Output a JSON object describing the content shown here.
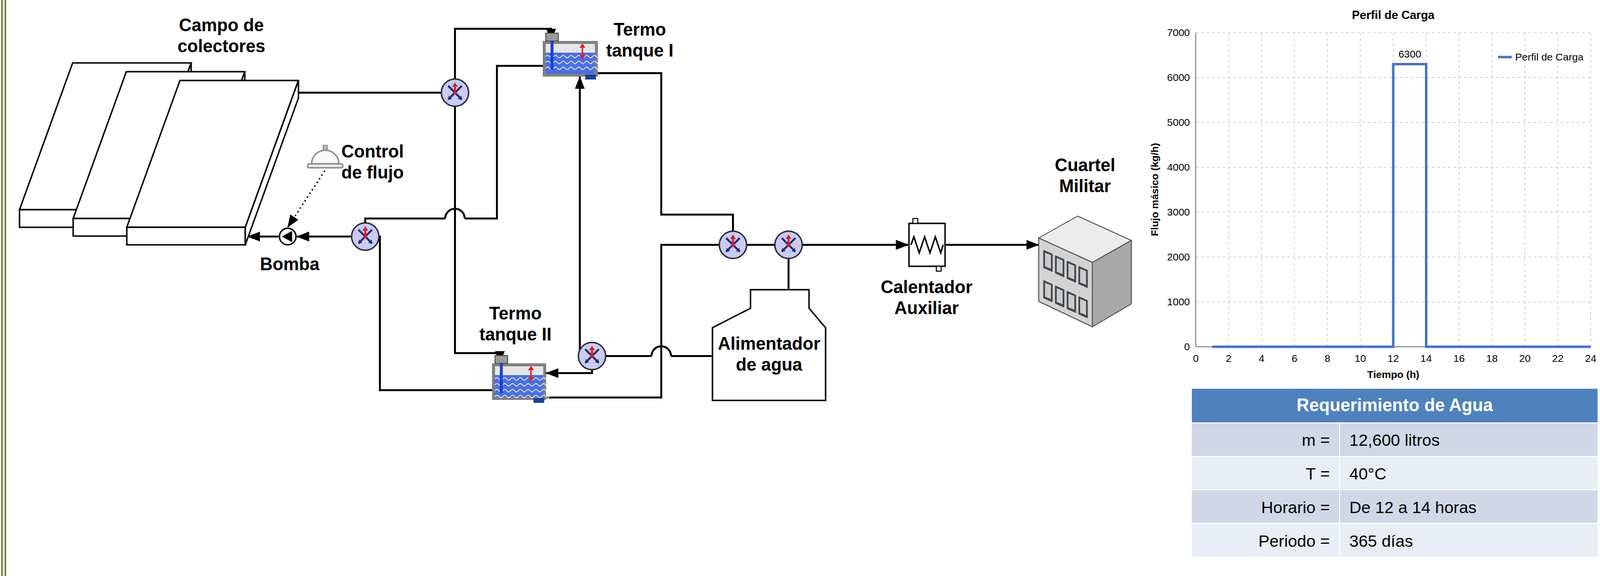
{
  "diagram": {
    "nodes": [
      {
        "text": [
          "Campo de colectores"
        ]
      },
      {
        "text": [
          "Control de flujo"
        ]
      },
      {
        "text": [
          "Bomba"
        ]
      },
      {
        "text": [
          "Termo tanque I"
        ]
      },
      {
        "text": [
          "Termo tanque II"
        ]
      },
      {
        "text": [
          "Alimentador de agua"
        ]
      },
      {
        "text": [
          "Calentador Auxiliar"
        ]
      },
      {
        "text": [
          "Cuartel Militar"
        ]
      }
    ],
    "edges": [
      {
        "from": 0,
        "to": 3,
        "arrow": "to"
      },
      {
        "from": 0,
        "to": 4,
        "arrow": "to"
      },
      {
        "from": 3,
        "to": 2,
        "arrow": "to"
      },
      {
        "from": 4,
        "to": 2,
        "arrow": "to"
      },
      {
        "from": 2,
        "to": 0,
        "arrow": "to"
      },
      {
        "from": 1,
        "to": 2,
        "arrow": "to"
      },
      {
        "from": 5,
        "to": 4,
        "arrow": "to"
      },
      {
        "from": 5,
        "to": 3,
        "arrow": "to"
      },
      {
        "from": 3,
        "to": 6,
        "arrow": "to"
      },
      {
        "from": 4,
        "to": 6,
        "arrow": "to"
      },
      {
        "from": 5,
        "to": 6,
        "arrow": "to"
      },
      {
        "from": 6,
        "to": 7,
        "arrow": "to"
      }
    ],
    "labels": [
      "Perfil de Carga",
      "6300",
      "0",
      "1000",
      "2000",
      "3000",
      "4000",
      "5000",
      "6000",
      "7000",
      "0",
      "2",
      "4",
      "6",
      "8",
      "10",
      "12",
      "14",
      "16",
      "18",
      "20",
      "22",
      "24",
      "Tiempo (h)",
      "Flujo másico (kg/h)",
      "Requerimiento de Agua",
      "m =",
      "12,600 litros",
      "T =",
      "40°C",
      "Horario =",
      "De 12 a 14 horas",
      "Periodo =",
      "365 días"
    ],
    "legend": [
      {
        "text": "Perfil de Carga"
      }
    ]
  }
}
